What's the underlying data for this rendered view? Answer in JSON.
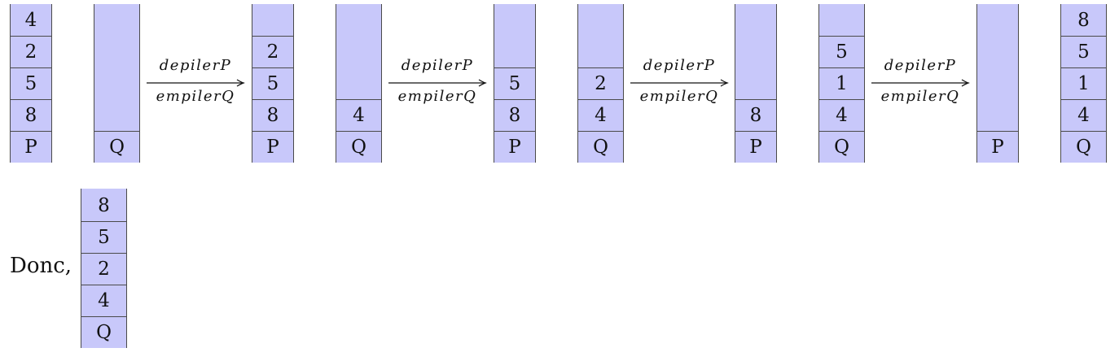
{
  "steps": [
    {
      "P": [
        "4",
        "2",
        "5",
        "8",
        "P"
      ],
      "Q": [
        "Q"
      ]
    },
    {
      "P": [
        "2",
        "5",
        "8",
        "P"
      ],
      "Q": [
        "4",
        "Q"
      ]
    },
    {
      "P": [
        "5",
        "8",
        "P"
      ],
      "Q": [
        "2",
        "4",
        "Q"
      ]
    },
    {
      "P": [
        "8",
        "P"
      ],
      "Q": [
        "5",
        "1",
        "4",
        "Q"
      ]
    },
    {
      "P": [
        "P"
      ],
      "Q": [
        "8",
        "5",
        "1",
        "4",
        "Q"
      ]
    }
  ],
  "arrow": {
    "top_label": "depilerP",
    "bottom_label": "empilerQ"
  },
  "conclusion": {
    "text": "Donc,",
    "stack": [
      "8",
      "5",
      "2",
      "4",
      "Q"
    ]
  }
}
